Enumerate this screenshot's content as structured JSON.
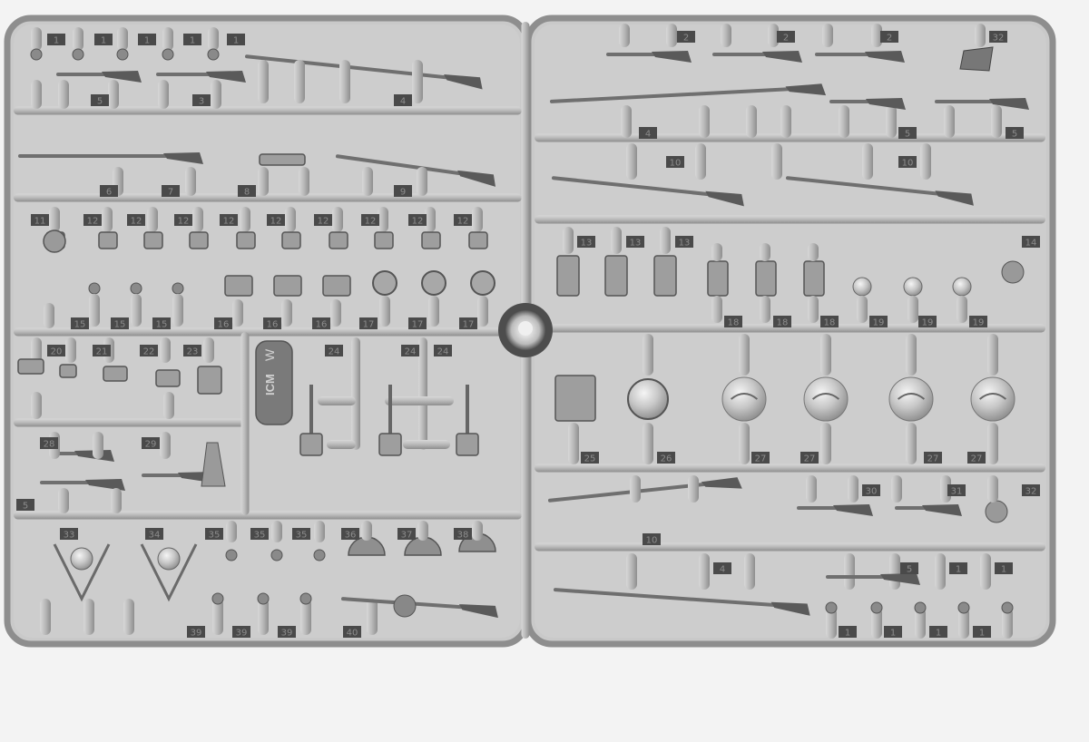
{
  "photo": {
    "subject": "sprue",
    "colors": {
      "background": "#f3f3f3",
      "plastic": "#bdbdbd",
      "plastic_dark": "#8f8f8f",
      "plastic_light": "#d6d6d6",
      "tag": "#4a4a4a",
      "tag_text": "#8c8c8c"
    },
    "brand_mark": "ICM",
    "brand_letter": "W",
    "part_tags": {
      "upper_left_row1": [
        "1",
        "1",
        "1",
        "1",
        "1"
      ],
      "upper_left_row2": [
        "5",
        "3",
        "4"
      ],
      "upper_left_row3": [
        "6",
        "7",
        "8",
        "9"
      ],
      "upper_left_row4": [
        "11",
        "12",
        "12",
        "12",
        "12",
        "12",
        "12",
        "12",
        "12",
        "12"
      ],
      "upper_left_row5": [
        "15",
        "15",
        "15",
        "16",
        "16",
        "16",
        "17",
        "17",
        "17"
      ],
      "middle_left_row1": [
        "20",
        "21",
        "22",
        "23"
      ],
      "middle_left_row2": [
        "24",
        "24",
        "24"
      ],
      "middle_left_row3": [
        "28",
        "29"
      ],
      "middle_left_row4": [
        "5"
      ],
      "lower_left_row1": [
        "33",
        "34",
        "35",
        "35",
        "35",
        "36",
        "37",
        "38"
      ],
      "lower_left_row2": [
        "39",
        "39",
        "39",
        "40"
      ],
      "upper_right_row1": [
        "2",
        "2",
        "2",
        "32"
      ],
      "upper_right_row2": [
        "4",
        "5",
        "5"
      ],
      "upper_right_row3": [
        "10",
        "10"
      ],
      "upper_right_row4": [
        "13",
        "13",
        "13",
        "14"
      ],
      "upper_right_row5": [
        "18",
        "18",
        "18",
        "19",
        "19",
        "19"
      ],
      "middle_right_row1": [
        "25",
        "26",
        "27",
        "27",
        "27",
        "27"
      ],
      "lower_right_row1": [
        "30",
        "31",
        "32"
      ],
      "lower_right_row2": [
        "10"
      ],
      "lower_right_row3": [
        "4",
        "5",
        "1",
        "1"
      ],
      "lower_right_row4": [
        "1",
        "1",
        "1",
        "1"
      ]
    }
  }
}
